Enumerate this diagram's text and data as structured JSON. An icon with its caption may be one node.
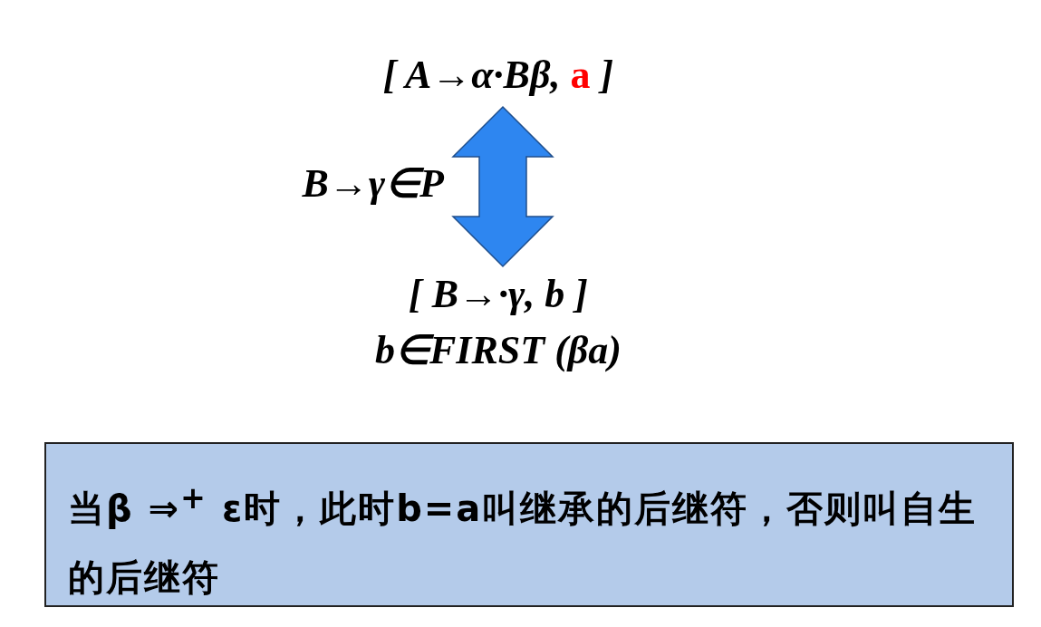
{
  "diagram": {
    "nodes": [
      {
        "text": [
          "[ *A*→*α*·*Bβ*, **a** ]"
        ]
      },
      {
        "text": [
          "[ *B*→·*γ*, *b* ]",
          "b∈FIRST (βa)"
        ]
      },
      {
        "text": [
          "当β ⇒$^{+}$ ε时，此时b=a叫继承的后继符，否则叫自生的后继符"
        ]
      }
    ],
    "edges": [
      {
        "from": 0,
        "to": 1,
        "arrow": "both",
        "label": "*B*→*γ*∈*P*"
      }
    ]
  }
}
